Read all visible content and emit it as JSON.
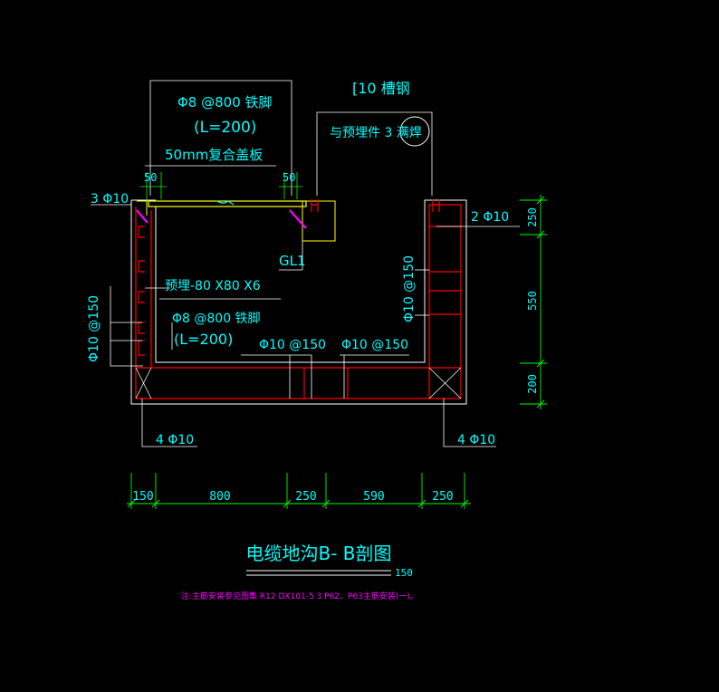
{
  "drawing": {
    "title": "电缆地沟B- B剖图",
    "scale": "150",
    "note": "注:主筋安装参见图集 R12 DX101-5 3 P62、P63主筋安装(一)。"
  },
  "labels": {
    "foot_ladder_top": "Φ8 @800 铁脚",
    "foot_ladder_top_len": "(L=200)",
    "channel_steel": "[10 槽钢",
    "weld_note": "与预埋件 3 满焊",
    "cover_plate": "50mm复合盖板",
    "dim_50_left": "50",
    "dim_50_right": "50",
    "rebar_3phi10": "3 Φ10",
    "rebar_2phi10": "2 Φ10",
    "beam_gl1": "GL1",
    "embed_plate": "预埋-80 X80 X6",
    "foot_ladder_mid": "Φ8 @800 铁脚",
    "foot_ladder_mid_len": "(L=200)",
    "wall_left_rebar": "Φ10 @150",
    "wall_right_rebar": "Φ10 @150",
    "bottom_rebar_left": "Φ10 @150",
    "bottom_rebar_right": "Φ10 @150",
    "corner_left": "4 Φ10",
    "corner_right": "4 Φ10"
  },
  "dims_horizontal": [
    "150",
    "800",
    "250",
    "590",
    "250"
  ],
  "dims_vertical": [
    "250",
    "550",
    "200"
  ],
  "colors": {
    "background": "#000000",
    "concrete": "#ffffff",
    "rebar": "#ff0000",
    "leader": "#ffffff",
    "text": "#00ffff",
    "dimension": "#00ff00",
    "cover": "#ffff00",
    "weld": "#ff00ff"
  }
}
